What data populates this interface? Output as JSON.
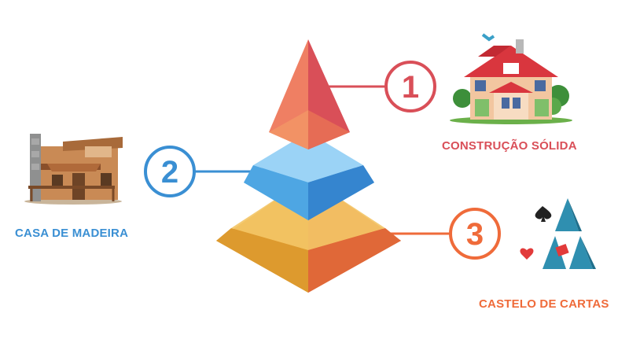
{
  "colors": {
    "level1": "#d94f58",
    "level2": "#3a8fd3",
    "level3": "#ef6b3a"
  },
  "items": [
    {
      "number": "1",
      "label": "CONSTRUÇÃO SÓLIDA",
      "icon": "brick-house-icon"
    },
    {
      "number": "2",
      "label": "CASA DE MADEIRA",
      "icon": "wooden-house-icon"
    },
    {
      "number": "3",
      "label": "CASTELO DE CARTAS",
      "icon": "house-of-cards-icon"
    }
  ]
}
